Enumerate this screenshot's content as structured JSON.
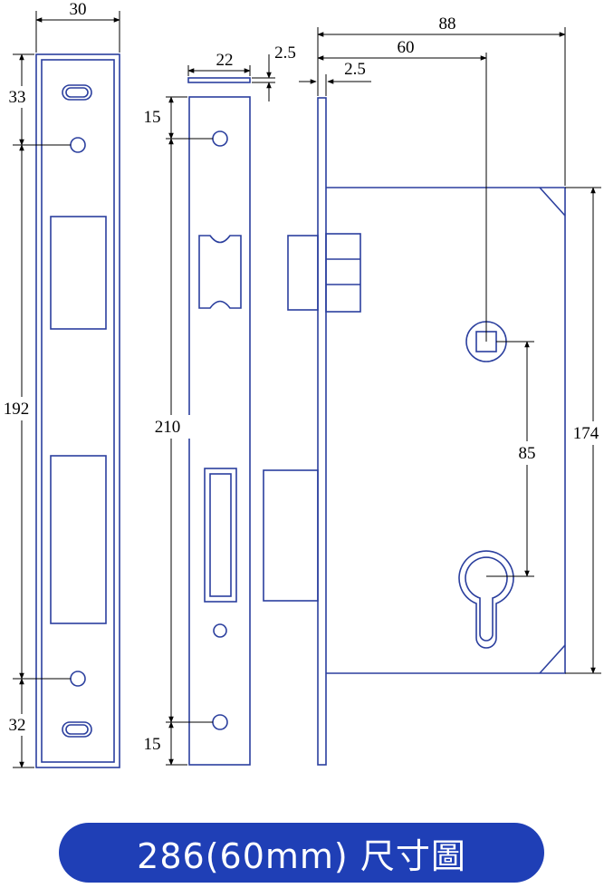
{
  "caption": "286(60mm) 尺寸圖",
  "dimensions": {
    "faceplate_width": "30",
    "top_hole_offset": "33",
    "hole_spacing": "192",
    "bottom_hole_offset": "32",
    "strike_width": "22",
    "plate_thickness_a": "2.5",
    "plate_thickness_b": "2.5",
    "strike_top_offset": "15",
    "strike_length": "210",
    "strike_bottom_offset": "15",
    "case_depth": "88",
    "backset": "60",
    "spindle_to_cylinder": "85",
    "case_height": "174"
  },
  "colors": {
    "outline": "#2b3f9e",
    "dimension": "#000000",
    "caption_bg": "#1f3fb6",
    "caption_text": "#ffffff"
  }
}
